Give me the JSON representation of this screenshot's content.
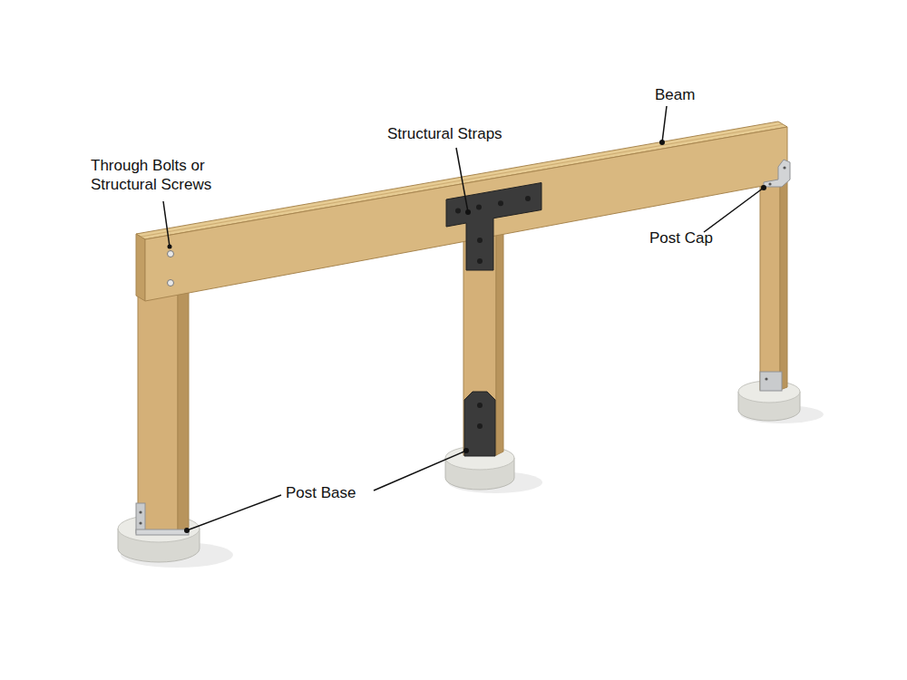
{
  "diagram": {
    "labels": [
      "Beam",
      "Structural Straps",
      "Through Bolts or Structural Screws",
      "Post Cap",
      "Post Base"
    ]
  }
}
